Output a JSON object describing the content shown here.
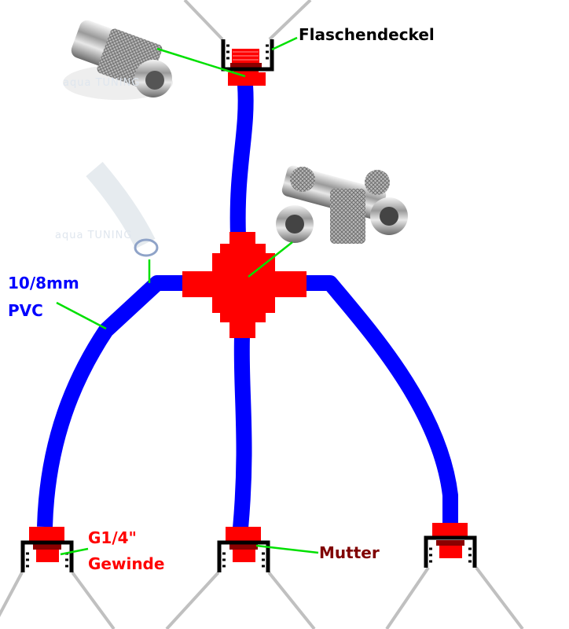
{
  "labels": {
    "bottle_cap": "Flaschendeckel",
    "tube_size": "10/8mm",
    "tube_material": "PVC",
    "thread_size": "G1/4\"",
    "thread": "Gewinde",
    "nut": "Mutter"
  },
  "photos": {
    "watermark_line1": "aqua",
    "watermark_line2": "TUNING"
  },
  "colors": {
    "tube": "#0000ff",
    "fitting": "#ff0000",
    "fitting_band": "#8b0000",
    "leader": "#00e000",
    "cap": "#000000",
    "bottle": "#c0c0c0",
    "label_black": "#000000",
    "label_blue": "#0000ff",
    "label_red": "#ff0000",
    "label_darkred": "#800000"
  }
}
